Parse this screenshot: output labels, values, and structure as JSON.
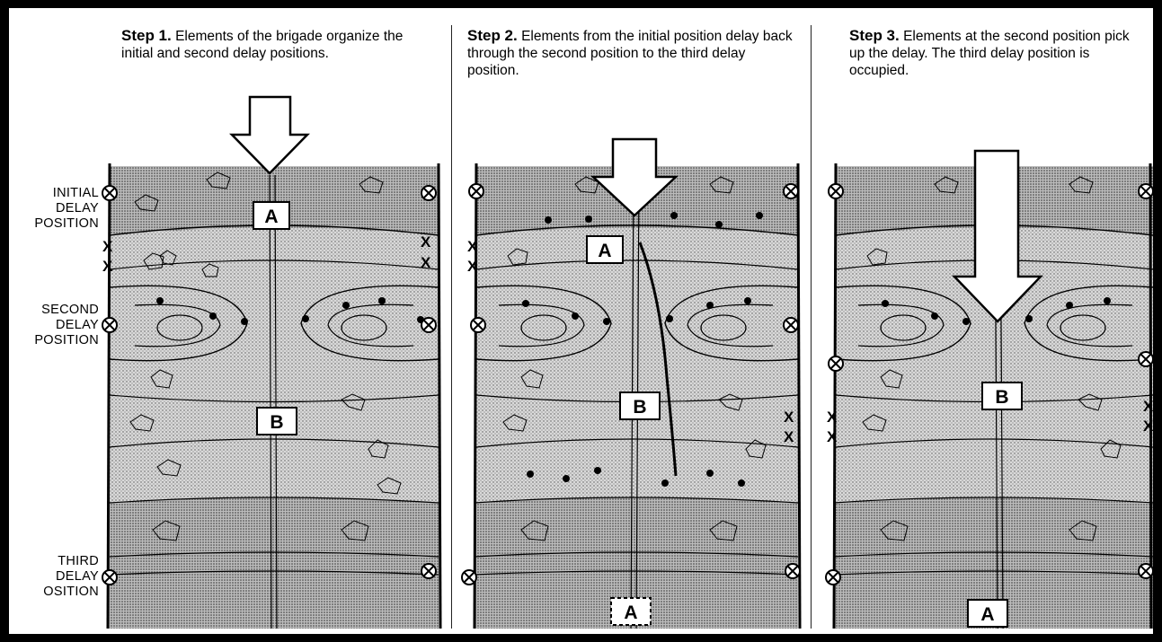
{
  "panels": [
    {
      "step_title": "Step 1.",
      "step_text": "Elements of the brigade organize the initial and second delay positions.",
      "box_labels": [
        "A",
        "B"
      ]
    },
    {
      "step_title": "Step 2.",
      "step_text": "Elements from the initial position delay back through the second position to the third delay position.",
      "box_labels": [
        "A",
        "B",
        "A"
      ]
    },
    {
      "step_title": "Step 3.",
      "step_text": "Elements at the second position pick up the delay. The third delay position is occupied.",
      "box_labels": [
        "B",
        "A"
      ]
    }
  ],
  "side_labels": {
    "initial": [
      "INITIAL",
      "DELAY",
      "POSITION"
    ],
    "second": [
      "SECOND",
      "DELAY",
      "POSITION"
    ],
    "third": [
      "THIRD",
      "DELAY",
      "OSITION"
    ]
  },
  "symbols": {
    "boundary": "X",
    "position_marker": "circle-x-icon"
  }
}
